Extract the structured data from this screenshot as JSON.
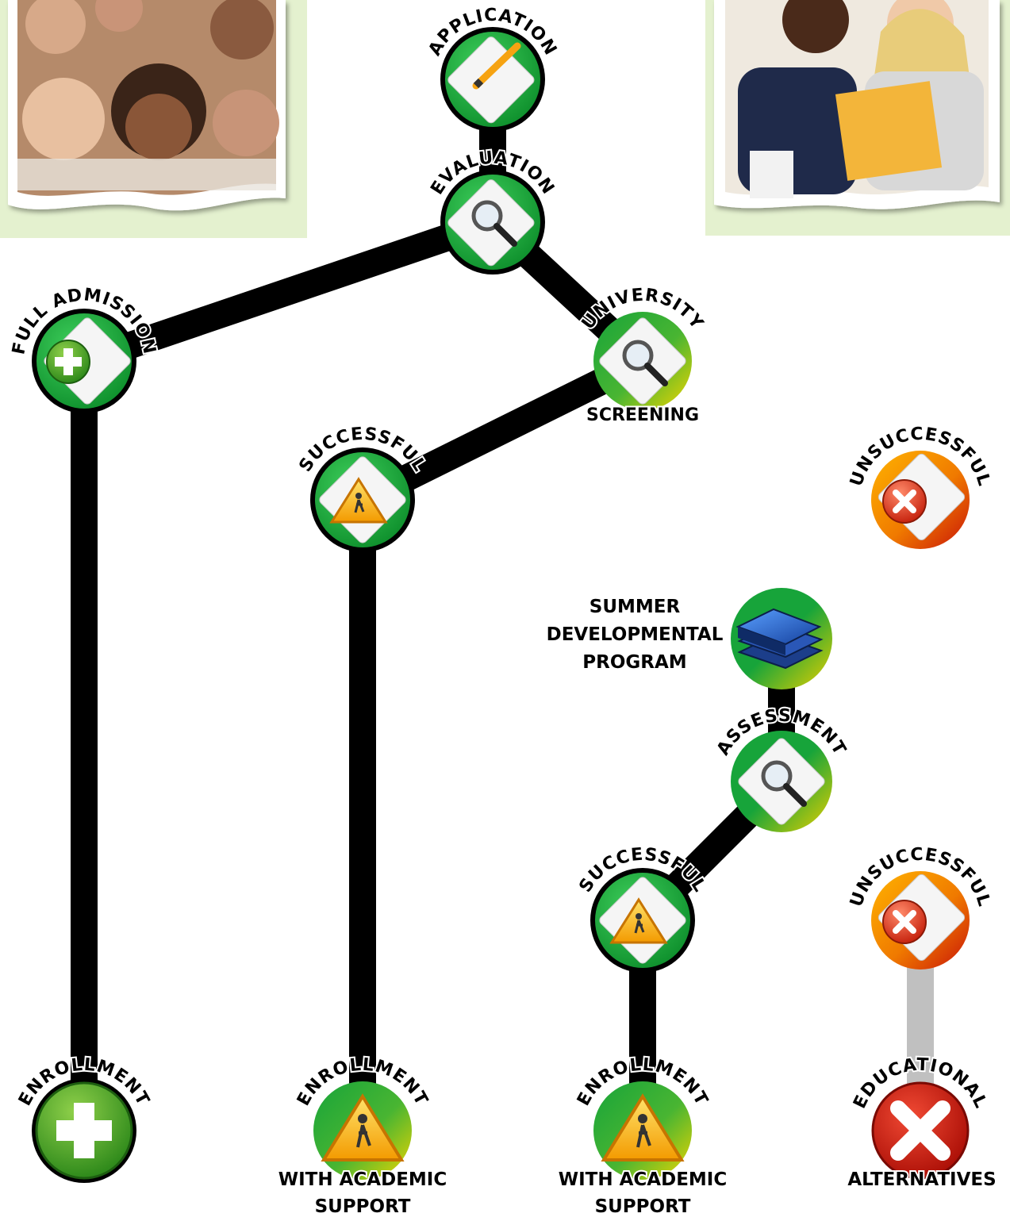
{
  "colors": {
    "line": "#000000",
    "line_muted": "#c0c0c0",
    "node_green": "#17a43a",
    "node_gradient_yellow": "#f1d500",
    "node_red": "#d71f14",
    "node_orange": "#f5a300",
    "photo_backdrop": "#e4f1cf"
  },
  "photos": [
    {
      "name": "students-group-photo",
      "subject": "group of students"
    },
    {
      "name": "two-students-photo",
      "subject": "two students with books"
    }
  ],
  "nodes": {
    "application": {
      "arc_label": "APPLICATION",
      "icon": "document-pencil-icon",
      "style": "green"
    },
    "evaluation": {
      "arc_label": "EVALUATION",
      "icon": "document-search-icon",
      "style": "green"
    },
    "full_admission": {
      "arc_label": "FULL ADMISSION",
      "icon": "document-plus-icon",
      "style": "green"
    },
    "university_screening": {
      "arc_label": "UNIVERSITY",
      "sub_label": "SCREENING",
      "icon": "document-search-icon",
      "style": "green-yellow"
    },
    "successful_1": {
      "arc_label": "SUCCESSFUL",
      "icon": "document-warning-icon",
      "style": "green"
    },
    "unsuccessful_1": {
      "arc_label": "UNSUCCESSFUL",
      "icon": "document-x-icon",
      "style": "red-orange"
    },
    "summer_program": {
      "side_label_lines": [
        "SUMMER",
        "DEVELOPMENTAL",
        "PROGRAM"
      ],
      "icon": "books-icon",
      "style": "green-yellow"
    },
    "assessment": {
      "arc_label": "ASSESSMENT",
      "icon": "document-search-icon",
      "style": "green-yellow"
    },
    "successful_2": {
      "arc_label": "SUCCESSFUL",
      "icon": "document-warning-icon",
      "style": "green"
    },
    "unsuccessful_2": {
      "arc_label": "UNSUCCESSFUL",
      "icon": "document-x-icon",
      "style": "red-orange"
    },
    "enrollment_full": {
      "arc_label": "ENROLLMENT",
      "icon": "plus-icon",
      "style": "green"
    },
    "enrollment_support_1": {
      "arc_label": "ENROLLMENT",
      "sub_label_lines": [
        "WITH ACADEMIC",
        "SUPPORT"
      ],
      "icon": "warning-icon",
      "style": "green-yellow"
    },
    "enrollment_support_2": {
      "arc_label": "ENROLLMENT",
      "sub_label_lines": [
        "WITH ACADEMIC",
        "SUPPORT"
      ],
      "icon": "warning-icon",
      "style": "green-yellow"
    },
    "educational_alternatives": {
      "arc_label": "EDUCATIONAL",
      "sub_label": "ALTERNATIVES",
      "icon": "x-icon",
      "style": "red"
    }
  }
}
